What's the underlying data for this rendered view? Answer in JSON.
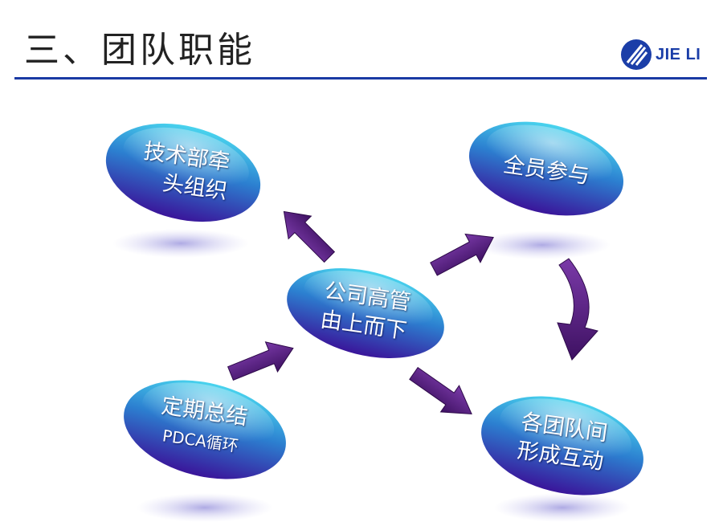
{
  "header": {
    "title": "三、团队职能",
    "logo_text": "JIE LI",
    "rule_color": "#1a3aa3"
  },
  "nodes": {
    "top_left": {
      "line1": "技术部牵",
      "line2": "头组织"
    },
    "top_right": {
      "line1": "全员参与"
    },
    "center": {
      "line1": "公司高管",
      "line2": "由上而下"
    },
    "bottom_left": {
      "line1": "定期总结",
      "line2": "PDCA循环"
    },
    "bottom_right": {
      "line1": "各团队间",
      "line2": "形成互动"
    }
  },
  "colors": {
    "ellipse_top": "#40c8e8",
    "ellipse_bottom": "#3a1a9a",
    "arrow": "#5a1f84"
  }
}
